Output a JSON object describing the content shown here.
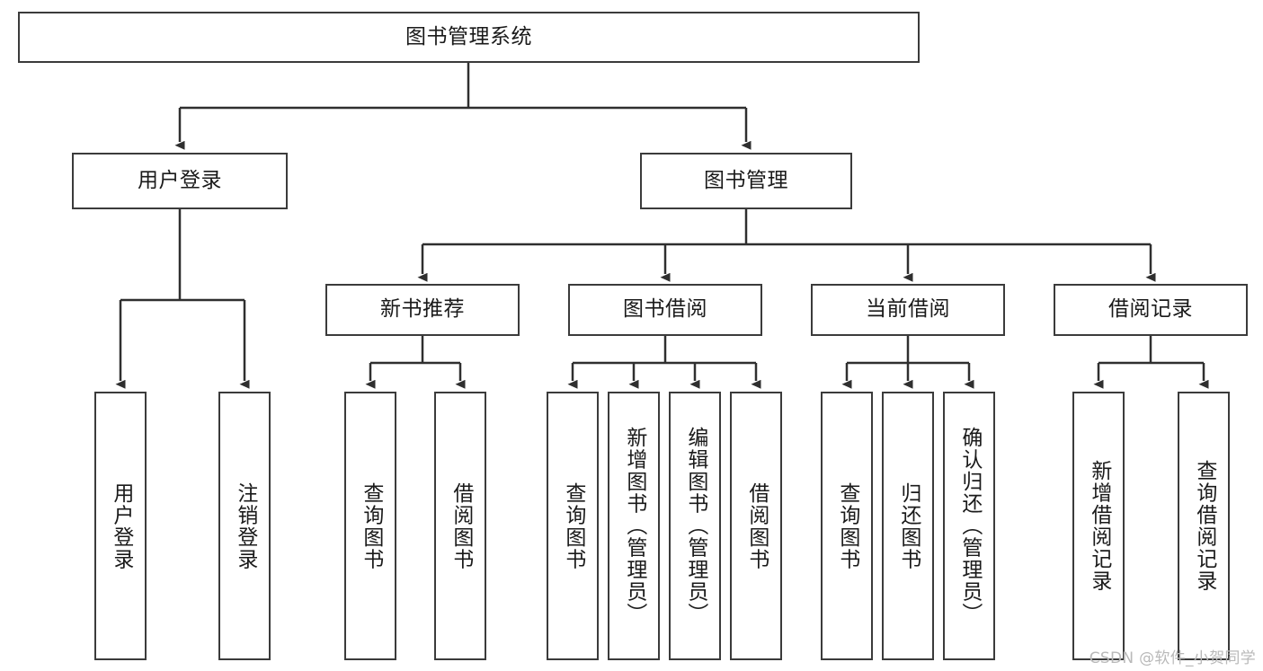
{
  "diagram": {
    "title": "图书管理系统",
    "type": "tree-hierarchy-diagram",
    "root": {
      "id": "root",
      "label": "图书管理系统"
    },
    "level2": [
      {
        "id": "user-login",
        "label": "用户登录"
      },
      {
        "id": "book-manage",
        "label": "图书管理"
      }
    ],
    "level3": [
      {
        "id": "new-book-recommend",
        "label": "新书推荐"
      },
      {
        "id": "book-borrow",
        "label": "图书借阅"
      },
      {
        "id": "current-borrow",
        "label": "当前借阅"
      },
      {
        "id": "borrow-record",
        "label": "借阅记录"
      }
    ],
    "leaves": {
      "user_login": [
        {
          "id": "leaf-user-login",
          "label": "用户登录"
        },
        {
          "id": "leaf-logout",
          "label": "注销登录"
        }
      ],
      "new_book_recommend": [
        {
          "id": "leaf-query-book-1",
          "label": "查询图书"
        },
        {
          "id": "leaf-borrow-book-1",
          "label": "借阅图书"
        }
      ],
      "book_borrow": [
        {
          "id": "leaf-query-book-2",
          "label": "查询图书"
        },
        {
          "id": "leaf-add-book",
          "label": "新增图书（管理员）"
        },
        {
          "id": "leaf-edit-book",
          "label": "编辑图书（管理员）"
        },
        {
          "id": "leaf-borrow-book-2",
          "label": "借阅图书"
        }
      ],
      "current_borrow": [
        {
          "id": "leaf-query-book-3",
          "label": "查询图书"
        },
        {
          "id": "leaf-return-book",
          "label": "归还图书"
        },
        {
          "id": "leaf-confirm-return",
          "label": "确认归还（管理员）"
        }
      ],
      "borrow_record": [
        {
          "id": "leaf-add-record",
          "label": "新增借阅记录"
        },
        {
          "id": "leaf-query-record",
          "label": "查询借阅记录"
        }
      ]
    }
  },
  "watermark": {
    "text": "CSDN @软件_小贺同学"
  },
  "colors": {
    "border": "#3b3b3b",
    "background": "#ffffff",
    "text": "#1a1a1a",
    "watermark": "#b9b9b9"
  }
}
